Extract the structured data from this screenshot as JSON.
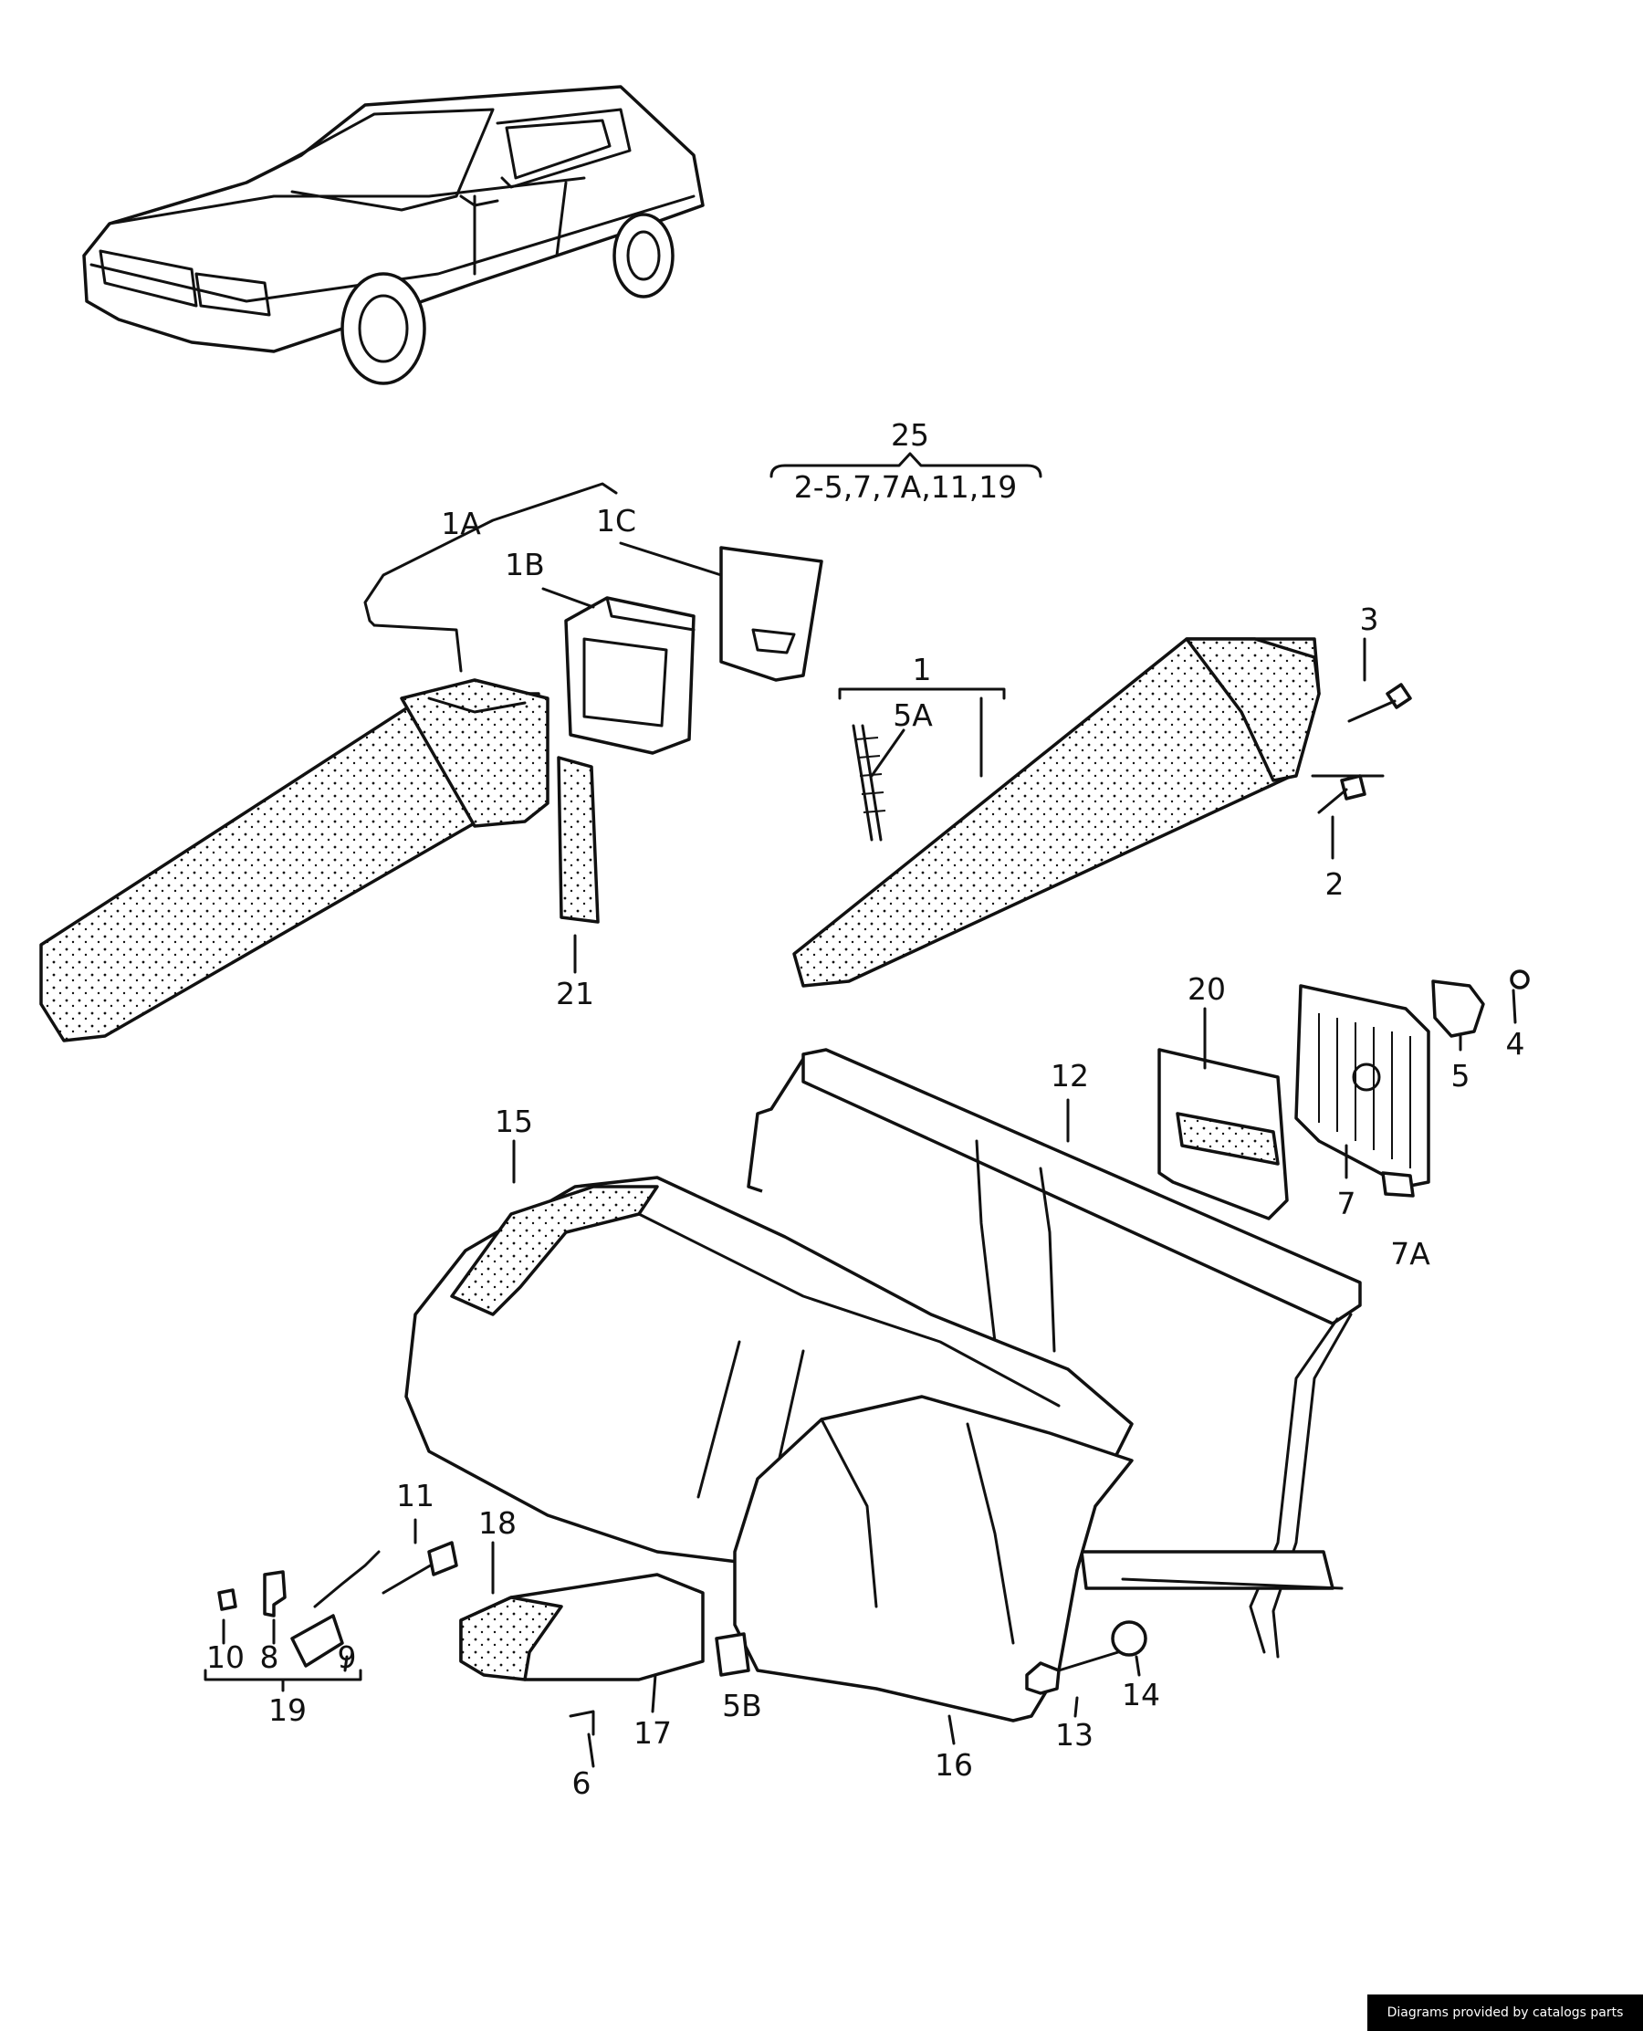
{
  "callouts": {
    "c25": "25",
    "c25_group": "2-5,7,7A,11,19",
    "c1A": "1A",
    "c1B": "1B",
    "c1C": "1C",
    "c1": "1",
    "c5A": "5A",
    "c3": "3",
    "c2": "2",
    "c21": "21",
    "c20": "20",
    "c4": "4",
    "c5": "5",
    "c7": "7",
    "c7A": "7A",
    "c12": "12",
    "c15": "15",
    "c11": "11",
    "c18": "18",
    "c10": "10",
    "c8": "8",
    "c9": "9",
    "c19": "19",
    "c6": "6",
    "c17": "17",
    "c5B": "5B",
    "c16": "16",
    "c13": "13",
    "c14": "14"
  },
  "footer": {
    "credit": "Diagrams provided by catalogs parts"
  }
}
